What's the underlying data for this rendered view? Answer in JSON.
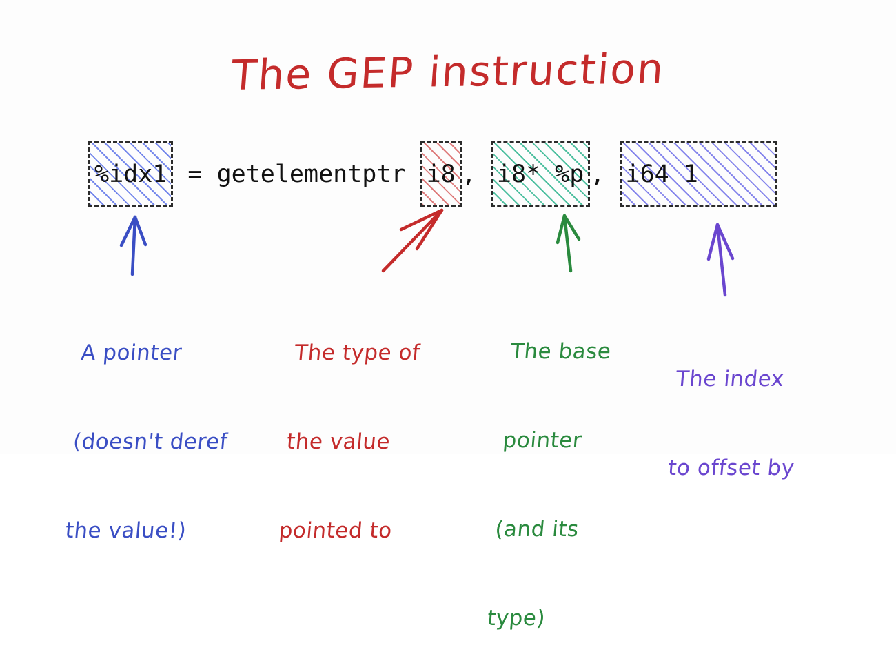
{
  "title": "The GEP instruction",
  "colors": {
    "title_red": "#c42b2b",
    "blue": "#3a4ec4",
    "red": "#c42b2b",
    "green": "#2a8a3e",
    "purple": "#6a46cf",
    "code_black": "#111111",
    "box_border": "#2b2b2b",
    "hatch_blue": "#6e82eb",
    "hatch_red": "#db6e6e",
    "hatch_green": "#3cb996",
    "hatch_purple": "#8080eb",
    "background": "#fdfdfd"
  },
  "code": {
    "full_text": "%idx1 = getelementptr i8, i8* %p, i64 1",
    "tokens": {
      "result": "%idx1",
      "assign": " = getelementptr ",
      "value_type": "i8",
      "comma1": ",",
      "space1": " ",
      "base_pointer": "i8* %p",
      "comma2": ",",
      "space2": " ",
      "index": "i64 1     "
    }
  },
  "annotations": [
    {
      "id": "pointer",
      "color": "#3a4ec4",
      "lines": [
        "A pointer",
        "(doesn't deref",
        "the value!)"
      ],
      "arrow": "arrow-up-blue"
    },
    {
      "id": "type",
      "color": "#c42b2b",
      "lines": [
        "The type of",
        "the value",
        "pointed to"
      ],
      "arrow": "arrow-diagonal-red"
    },
    {
      "id": "base",
      "color": "#2a8a3e",
      "lines": [
        "The base",
        "pointer",
        "(and its",
        "type)"
      ],
      "arrow": "arrow-up-green"
    },
    {
      "id": "index",
      "color": "#6a46cf",
      "lines": [
        "The index",
        "to offset by"
      ],
      "arrow": "arrow-up-purple"
    }
  ]
}
